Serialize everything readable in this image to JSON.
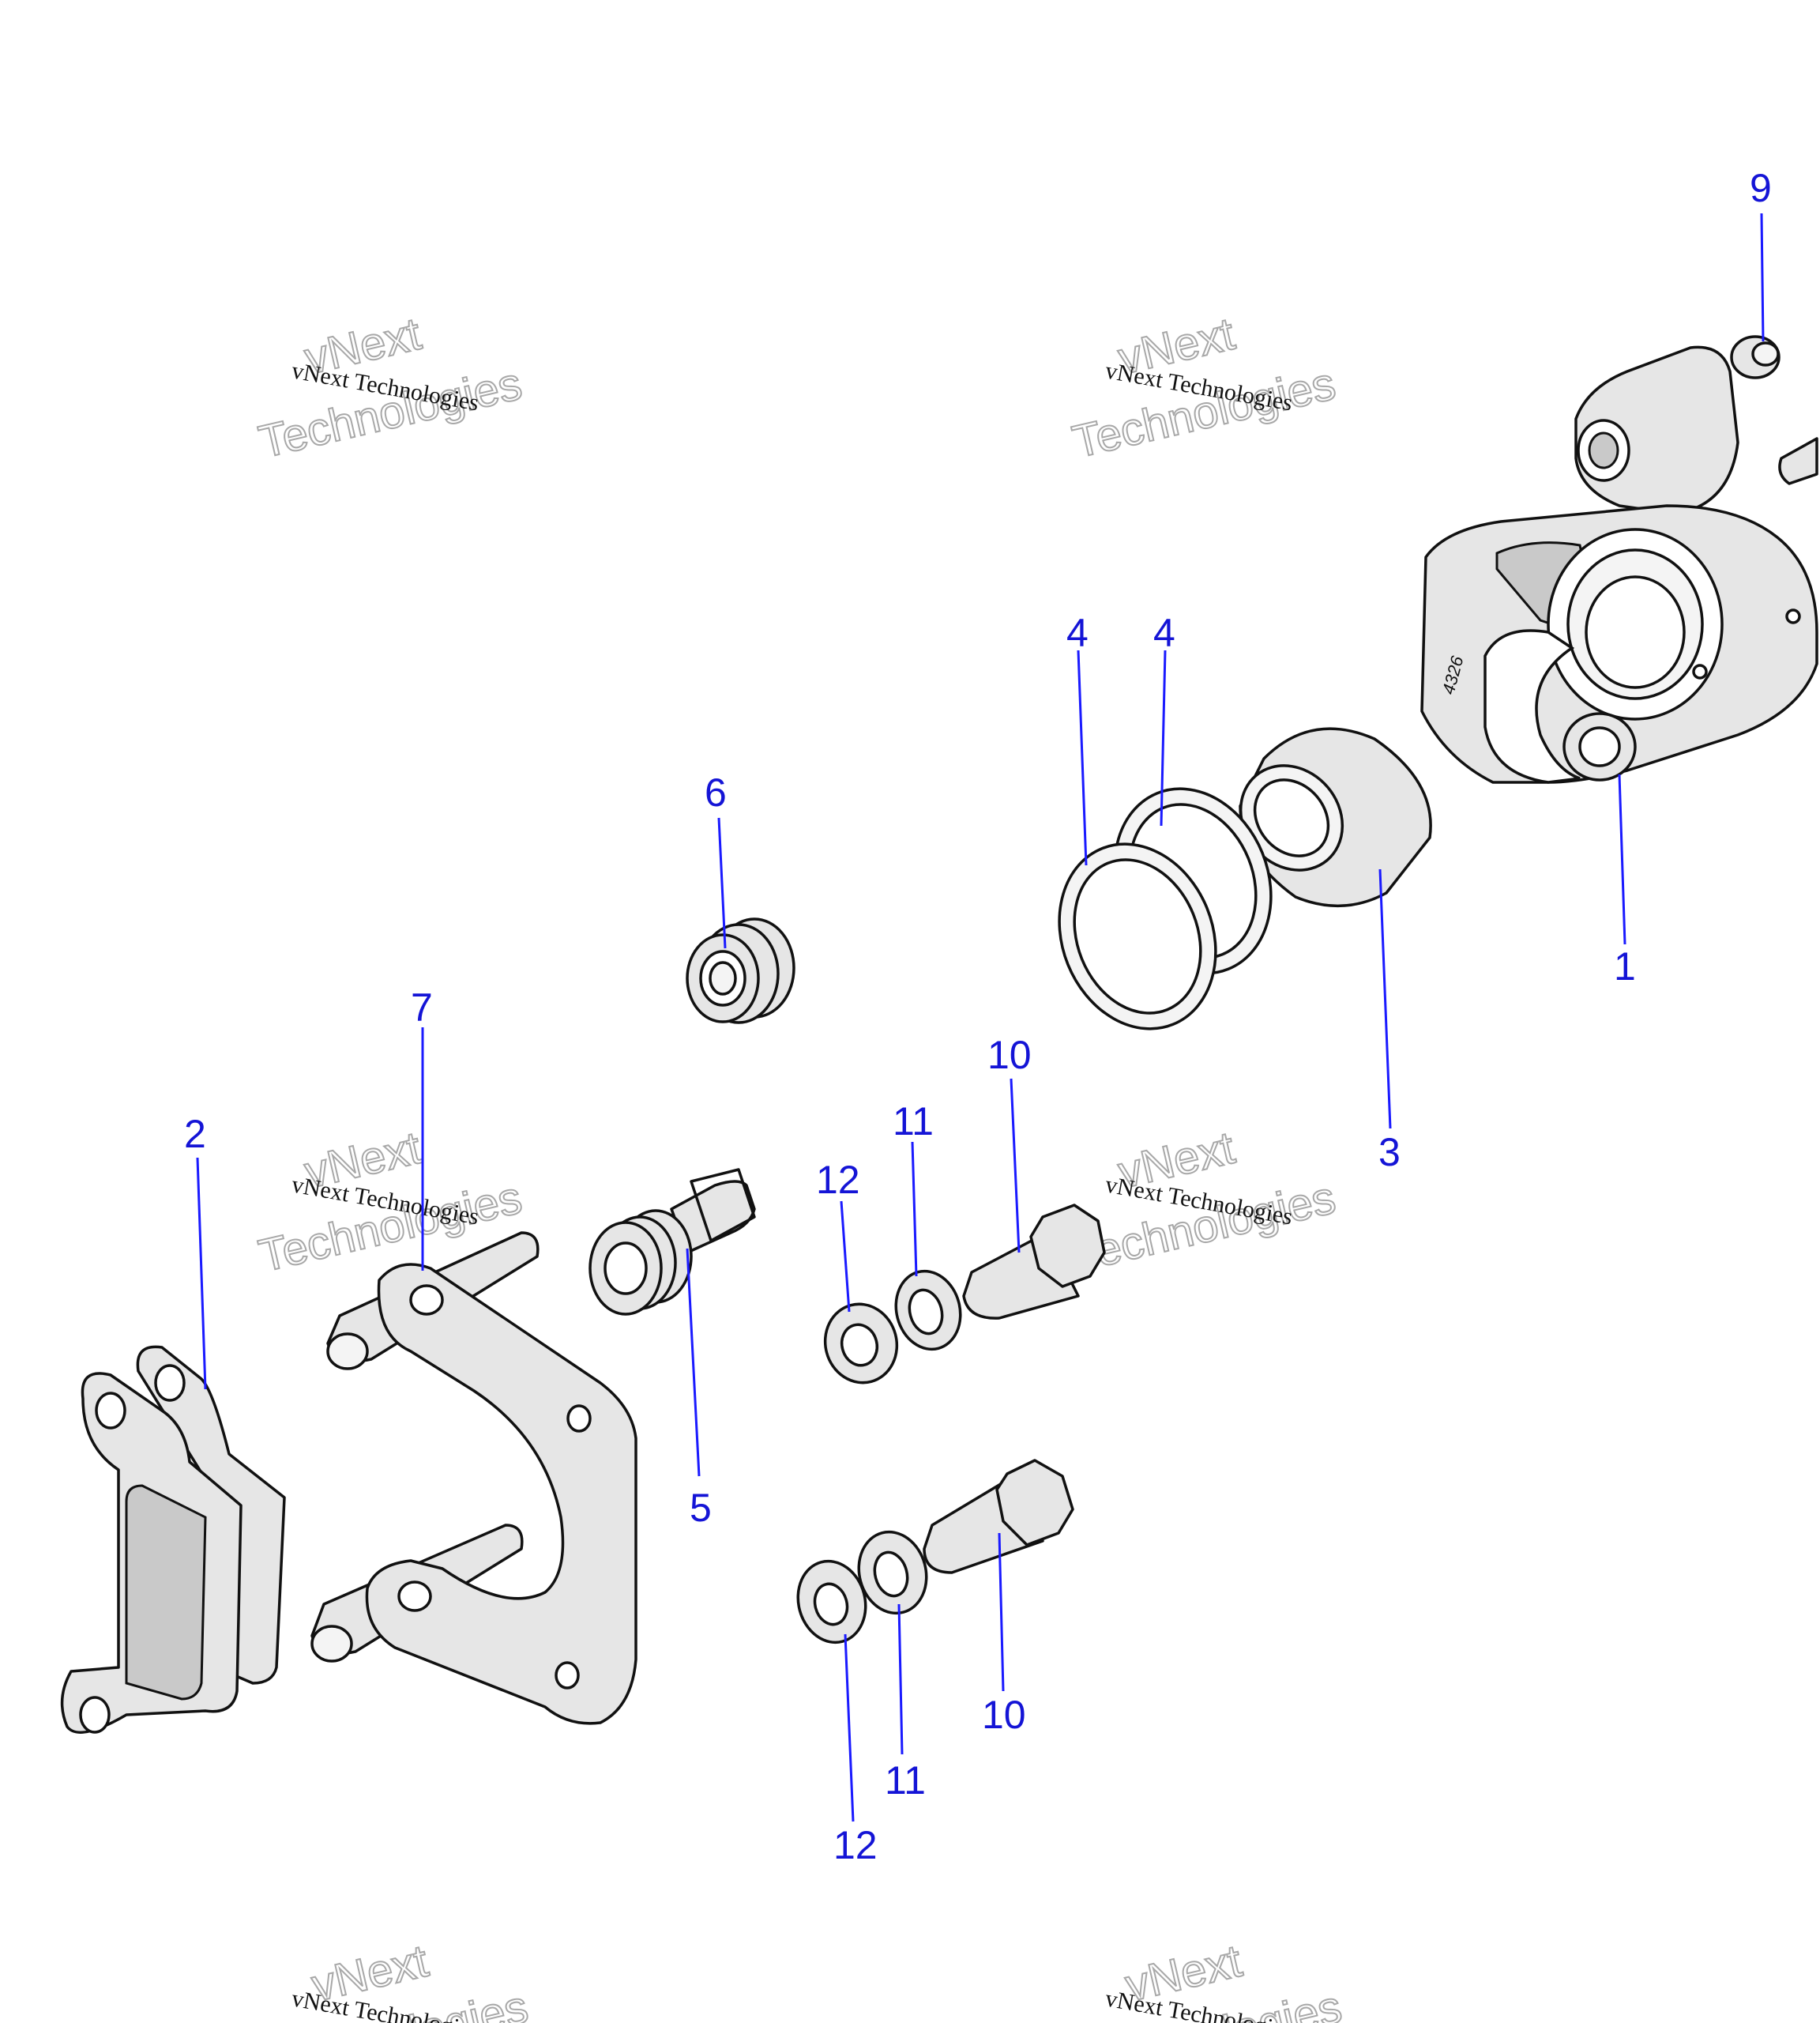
{
  "watermark": {
    "line1": "vNext",
    "line2": "Technologies",
    "caption": "vNext Technologies"
  },
  "part_stamp": "4326",
  "callouts": {
    "c1": "1",
    "c2": "2",
    "c3": "3",
    "c4a": "4",
    "c4b": "4",
    "c5": "5",
    "c6": "6",
    "c7": "7",
    "c9": "9",
    "c10a": "10",
    "c10b": "10",
    "c11a": "11",
    "c11b": "11",
    "c12a": "12",
    "c12b": "12"
  },
  "colors": {
    "callout": "#1414d6",
    "leader": "#1a1aff",
    "part_fill": "#e6e6e6",
    "outline": "#111111"
  }
}
